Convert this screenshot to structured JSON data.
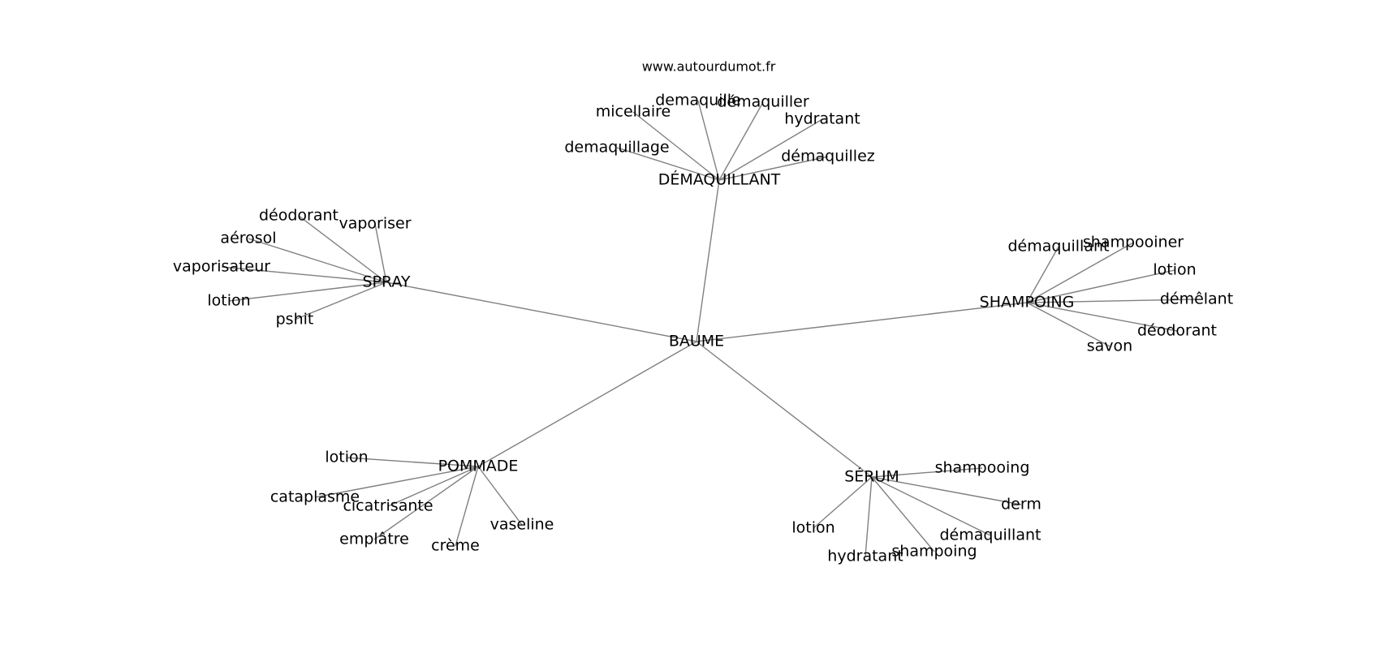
{
  "source": "www.autourdumot.fr",
  "center": "BAUME",
  "branches": [
    {
      "label": "DÉMAQUILLANT",
      "leaves": [
        "micellaire",
        "demaquille",
        "démaquiller",
        "hydratant",
        "demaquillage",
        "démaquillez"
      ]
    },
    {
      "label": "SPRAY",
      "leaves": [
        "déodorant",
        "vaporiser",
        "aérosol",
        "vaporisateur",
        "lotion",
        "pshit"
      ]
    },
    {
      "label": "SHAMPOING",
      "leaves": [
        "démaquillant",
        "shampooiner",
        "lotion",
        "démêlant",
        "déodorant",
        "savon"
      ]
    },
    {
      "label": "POMMADE",
      "leaves": [
        "lotion",
        "cataplasme",
        "cicatrisante",
        "emplâtre",
        "crème",
        "vaseline"
      ]
    },
    {
      "label": "SÉRUM",
      "leaves": [
        "shampooing",
        "derm",
        "démaquillant",
        "shampoing",
        "hydratant",
        "lotion"
      ]
    }
  ]
}
